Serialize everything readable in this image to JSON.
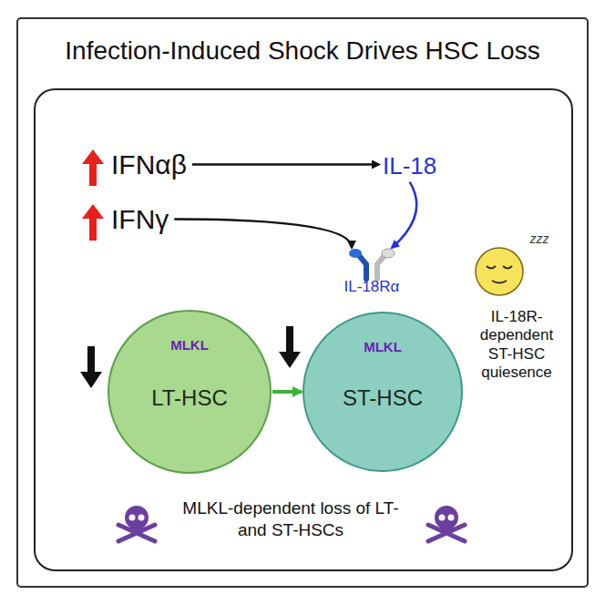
{
  "diagram": {
    "title": "Infection-Induced Shock Drives HSC Loss",
    "nodes": [
      {
        "text": [
          "IFNαβ"
        ]
      },
      {
        "text": [
          "IFNγ"
        ]
      },
      {
        "text": [
          "IL-18"
        ]
      },
      {
        "text": [
          "IL-18Rα"
        ]
      },
      {
        "text": [
          "MLKL",
          "LT-HSC"
        ]
      },
      {
        "text": [
          "MLKL",
          "ST-HSC"
        ]
      }
    ],
    "edges": [
      {
        "from": 0,
        "to": 2,
        "arrow": "to"
      },
      {
        "from": 2,
        "to": 3,
        "arrow": "to"
      },
      {
        "from": 1,
        "to": 3,
        "arrow": "to"
      },
      {
        "from": 4,
        "to": 5,
        "arrow": "to"
      }
    ],
    "labels": [
      "zzz",
      "IL-18R-dependent ST-HSC quiesence",
      "MLKL-dependent loss of LT- and ST-HSCs"
    ]
  }
}
